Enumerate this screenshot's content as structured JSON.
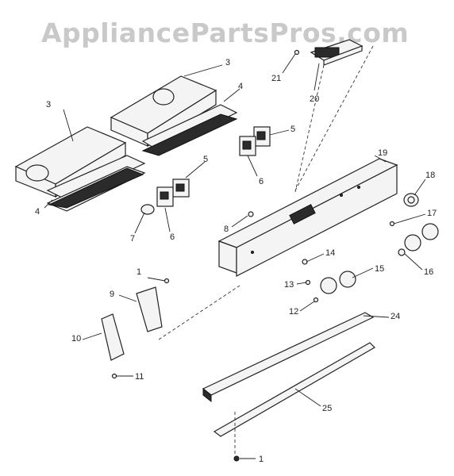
{
  "watermark": "AppliancePartsPros.com",
  "callouts": [
    "1",
    "3",
    "3",
    "4",
    "4",
    "5",
    "5",
    "6",
    "6",
    "7",
    "8",
    "9",
    "10",
    "11",
    "12",
    "13",
    "14",
    "15",
    "16",
    "17",
    "18",
    "19",
    "20",
    "21",
    "24",
    "25",
    "1"
  ]
}
